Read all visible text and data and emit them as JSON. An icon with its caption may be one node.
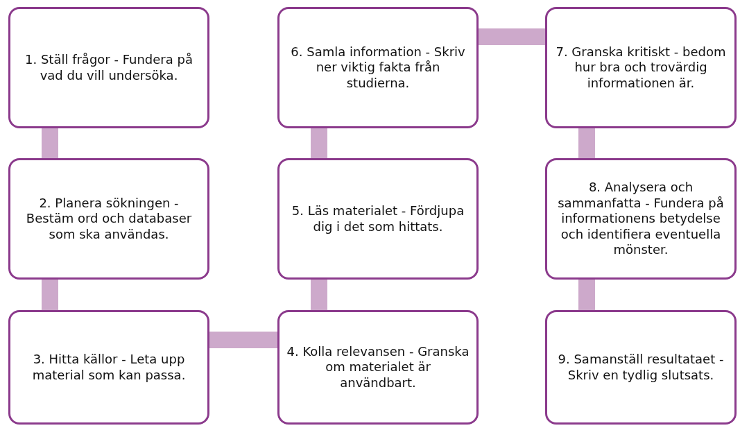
{
  "diagram": {
    "nodes": [
      {
        "text": [
          "1. Ställ frågor - Fundera på vad du vill undersöka."
        ]
      },
      {
        "text": [
          "2. Planera sökningen - Bestäm ord och databaser som ska användas."
        ]
      },
      {
        "text": [
          "3. Hitta källor - Leta upp material som kan passa."
        ]
      },
      {
        "text": [
          "4. Kolla relevansen - Granska om materialet är användbart."
        ]
      },
      {
        "text": [
          "5. Läs materialet - Fördjupa dig i det som hittats."
        ]
      },
      {
        "text": [
          "6. Samla information - Skriv ner viktig fakta från studierna."
        ]
      },
      {
        "text": [
          "7. Granska kritiskt - bedom hur bra och trovärdig informationen är."
        ]
      },
      {
        "text": [
          "8. Analysera och sammanfatta - Fundera på informationens betydelse och identifiera eventuella mönster."
        ]
      },
      {
        "text": [
          "9. Samanställ resultataet - Skriv en tydlig slutsats."
        ]
      }
    ],
    "edges": [
      {
        "from": 0,
        "to": 1,
        "arrow": "none"
      },
      {
        "from": 1,
        "to": 2,
        "arrow": "none"
      },
      {
        "from": 2,
        "to": 3,
        "arrow": "none"
      },
      {
        "from": 3,
        "to": 4,
        "arrow": "none"
      },
      {
        "from": 4,
        "to": 5,
        "arrow": "none"
      },
      {
        "from": 5,
        "to": 6,
        "arrow": "none"
      },
      {
        "from": 6,
        "to": 7,
        "arrow": "none"
      },
      {
        "from": 7,
        "to": 8,
        "arrow": "none"
      }
    ]
  }
}
